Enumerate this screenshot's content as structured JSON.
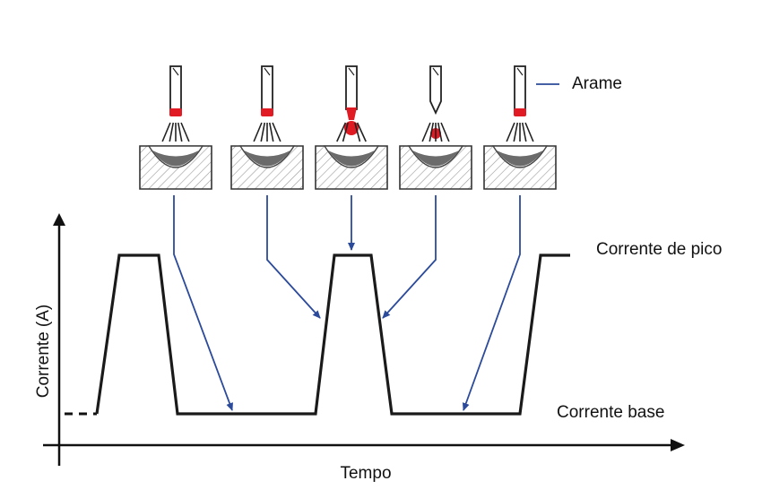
{
  "labels": {
    "wire": "Arame",
    "peak_current": "Corrente de pico",
    "base_current": "Corrente base",
    "y_axis": "Corrente (A)",
    "x_axis": "Tempo"
  },
  "colors": {
    "waveform": "#1a1a1a",
    "arrows": "#2b4a9a",
    "droplet": "#e01b24",
    "weld_pool": "#6b6b6b",
    "hatch": "#999999"
  },
  "stages": [
    "background",
    "background",
    "detachment",
    "droplet-in-flight",
    "background"
  ]
}
